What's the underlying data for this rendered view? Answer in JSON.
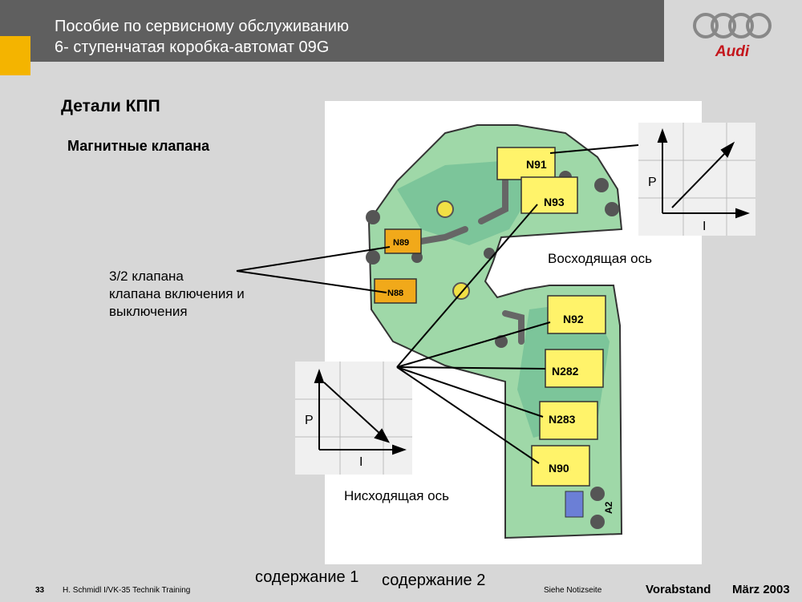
{
  "header": {
    "title_line1": "Пособие по сервисному обслуживанию",
    "title_line2": "6- ступенчатая коробка-автомат 09G",
    "brand": "Audi"
  },
  "colors": {
    "header_bg": "#5f5f5f",
    "accent": "#f4b400",
    "brand_red": "#c4161c"
  },
  "page_title": "Детали КПП",
  "subtitle": "Магнитные клапана",
  "valve_label": {
    "line1": "3/2 клапана",
    "line2": "клапана включения и",
    "line3": "выключения"
  },
  "valves": {
    "n91": "N91",
    "n93": "N93",
    "n89": "N89",
    "n88": "N88",
    "n92": "N92",
    "n282": "N282",
    "n283": "N283",
    "n90": "N90",
    "a2": "A2"
  },
  "graphs": {
    "rising": {
      "y_axis": "P",
      "x_axis": "I"
    },
    "falling": {
      "y_axis": "P",
      "x_axis": "I"
    }
  },
  "rising_axis_label": "Восходящая ось",
  "falling_axis_label": "Нисходящая ось",
  "nav": {
    "contents1": "содержание 1",
    "contents2": "содержание 2"
  },
  "footer": {
    "page_number": "33",
    "author": "H. Schmidl I/VK-35  Technik Training",
    "notes": "Siehe Notizseite",
    "draft": "Vorabstand",
    "date": "März 2003"
  }
}
